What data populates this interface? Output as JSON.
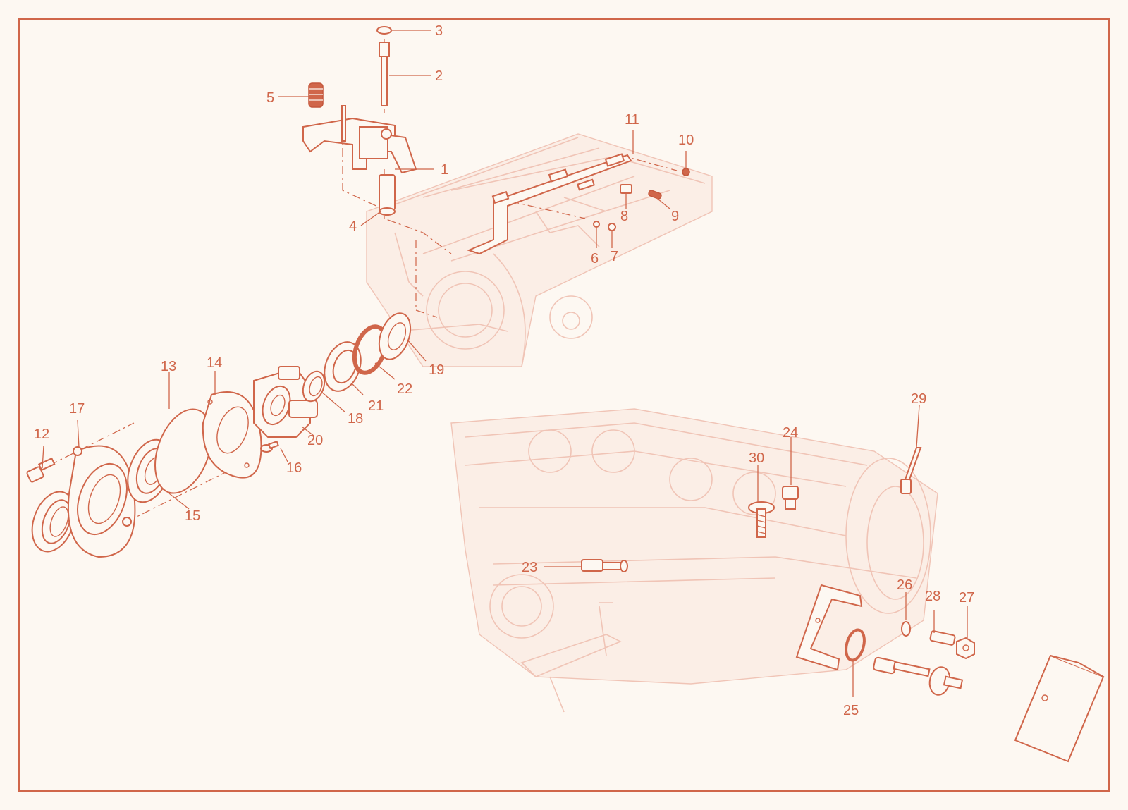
{
  "colors": {
    "accent": "#d0664a",
    "ghost": "#f0c4b6",
    "background": "#fdf8f2"
  },
  "callouts": [
    {
      "id": "1",
      "text": "1"
    },
    {
      "id": "2",
      "text": "2"
    },
    {
      "id": "3",
      "text": "3"
    },
    {
      "id": "4",
      "text": "4"
    },
    {
      "id": "5",
      "text": "5"
    },
    {
      "id": "6",
      "text": "6"
    },
    {
      "id": "7",
      "text": "7"
    },
    {
      "id": "8",
      "text": "8"
    },
    {
      "id": "9",
      "text": "9"
    },
    {
      "id": "10",
      "text": "10"
    },
    {
      "id": "11",
      "text": "11"
    },
    {
      "id": "12",
      "text": "12"
    },
    {
      "id": "13",
      "text": "13"
    },
    {
      "id": "14",
      "text": "14"
    },
    {
      "id": "15",
      "text": "15"
    },
    {
      "id": "16",
      "text": "16"
    },
    {
      "id": "17",
      "text": "17"
    },
    {
      "id": "18",
      "text": "18"
    },
    {
      "id": "19",
      "text": "19"
    },
    {
      "id": "20",
      "text": "20"
    },
    {
      "id": "21",
      "text": "21"
    },
    {
      "id": "22",
      "text": "22"
    },
    {
      "id": "23",
      "text": "23"
    },
    {
      "id": "24",
      "text": "24"
    },
    {
      "id": "25",
      "text": "25"
    },
    {
      "id": "26",
      "text": "26"
    },
    {
      "id": "27",
      "text": "27"
    },
    {
      "id": "28",
      "text": "28"
    },
    {
      "id": "29",
      "text": "29"
    },
    {
      "id": "30",
      "text": "30"
    }
  ]
}
